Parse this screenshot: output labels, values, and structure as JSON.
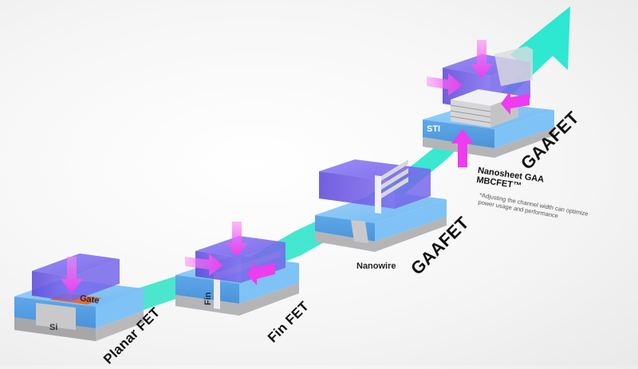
{
  "stages": [
    {
      "name": "Planar FET",
      "sublabel_a": "Gate",
      "sublabel_b": "Si"
    },
    {
      "name": "Fin FET",
      "sublabel": "Fin"
    },
    {
      "name": "GAAFET",
      "sublabel": "Nanowire"
    },
    {
      "name": "GAAFET",
      "sublabel": "STI",
      "title_line1": "Nanosheet GAA",
      "title_line2": "MBCFET™",
      "note": "*Adjusting the channel width can optimize power usage and performance"
    }
  ],
  "colors": {
    "arrow": "#2ee6c8",
    "gate": "#6a55e6",
    "substrate": "#6fb9f2",
    "channel": "#e8e8ea",
    "force_arrow": "#f04bf0"
  }
}
